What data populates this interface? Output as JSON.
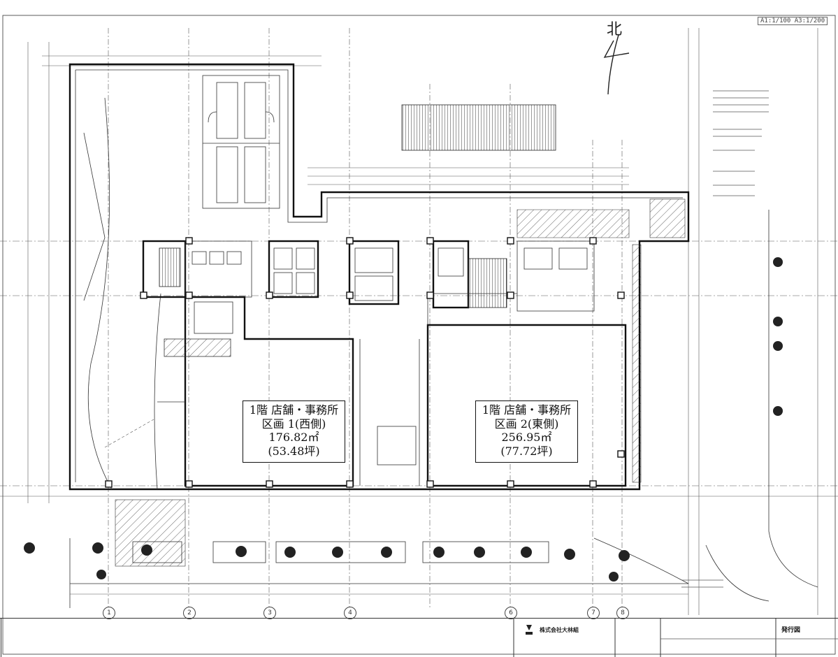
{
  "north": {
    "label": "北"
  },
  "scale": {
    "text": "A1:1/100 A3:1/200"
  },
  "units": [
    {
      "floor_use": "1階  店舗・事務所",
      "section": "区画  1(西側)",
      "area_m2": "176.82㎡",
      "area_tsubo": "(53.48坪)"
    },
    {
      "floor_use": "1階  店舗・事務所",
      "section": "区画  2(東側)",
      "area_m2": "256.95㎡",
      "area_tsubo": "(77.72坪)"
    }
  ],
  "grid_lines": [
    "1",
    "2",
    "3",
    "4",
    "6",
    "7",
    "8"
  ],
  "title_block": {
    "company": "株式会社大林組",
    "issue_label": "発行図"
  }
}
